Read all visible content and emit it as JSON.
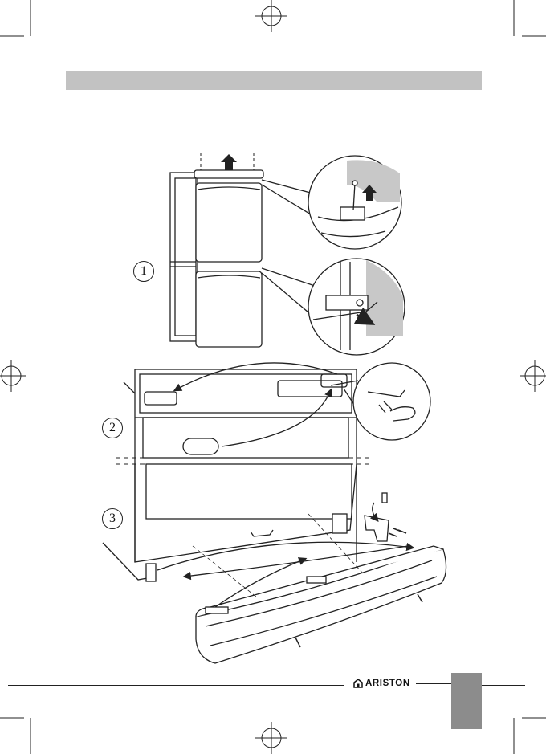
{
  "steps": [
    {
      "number": "1"
    },
    {
      "number": "2"
    },
    {
      "number": "3"
    }
  ],
  "brand": {
    "name": "ARISTON",
    "icon": "house-logo-icon"
  },
  "colors": {
    "header_bar": "#c2c2c2",
    "page_tab": "#8c8c8c",
    "detail_shade": "#c8c8c8",
    "line": "#222222"
  }
}
